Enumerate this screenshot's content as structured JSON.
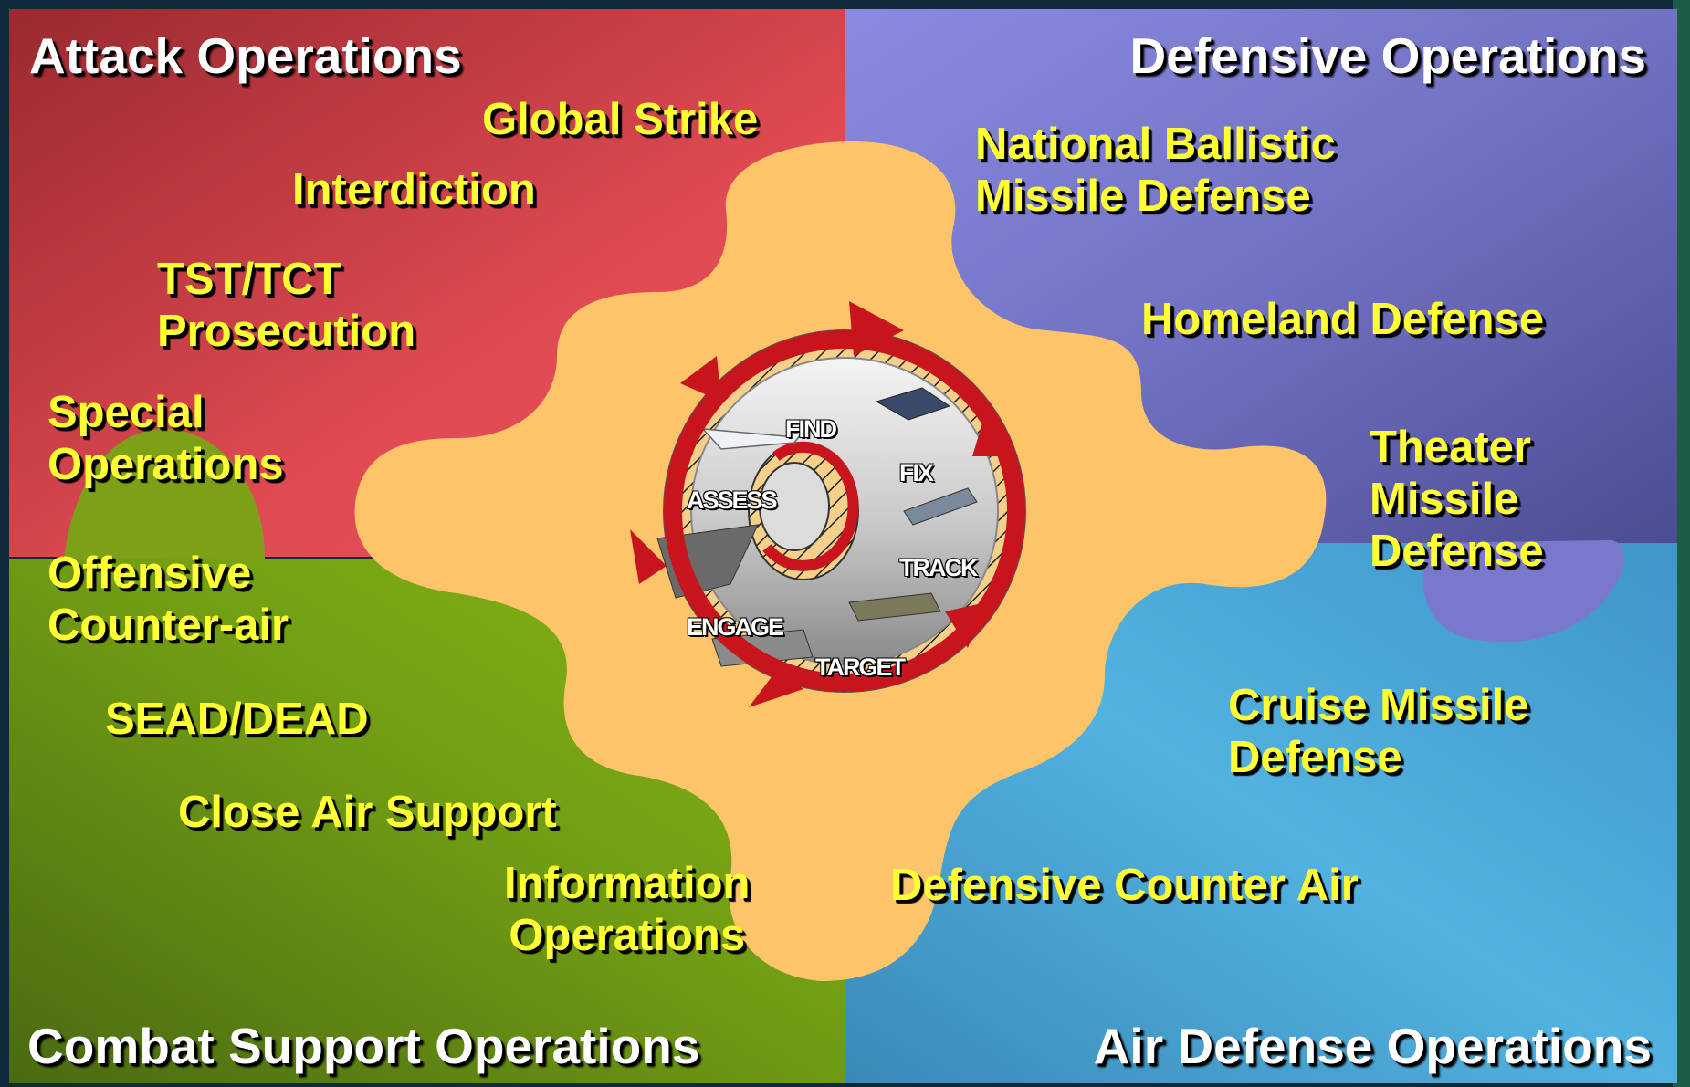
{
  "quadrants": {
    "attack": {
      "title": "Attack Operations",
      "color": "#c8343c",
      "items": {
        "global_strike": "Global Strike",
        "interdiction": "Interdiction",
        "tst_tct": [
          "TST/TCT",
          "Prosecution"
        ],
        "special_ops": [
          "Special",
          "Operations"
        ]
      }
    },
    "defensive": {
      "title": "Defensive Operations",
      "color": "#7070c8",
      "items": {
        "nbmd": [
          "National Ballistic",
          "Missile Defense"
        ],
        "homeland": "Homeland Defense",
        "tmd": [
          "Theater",
          "Missile",
          "Defense"
        ]
      }
    },
    "combat_support": {
      "title": "Combat Support Operations",
      "color": "#6f9d10",
      "items": {
        "oca": [
          "Offensive",
          "Counter-air"
        ],
        "sead": "SEAD/DEAD",
        "cas": "Close Air Support",
        "info_ops": [
          "Information",
          "Operations"
        ]
      }
    },
    "air_defense": {
      "title": "Air Defense Operations",
      "color": "#3aa2d4",
      "items": {
        "cmd": [
          "Cruise Missile",
          "Defense"
        ],
        "dca": "Defensive Counter Air"
      }
    }
  },
  "center": {
    "color": "#fdc46a",
    "cycle_color": "#c8141c",
    "steps": {
      "find": "FIND",
      "fix": "FIX",
      "track": "TRACK",
      "target": "TARGET",
      "engage": "ENGAGE",
      "assess": "ASSESS"
    }
  }
}
